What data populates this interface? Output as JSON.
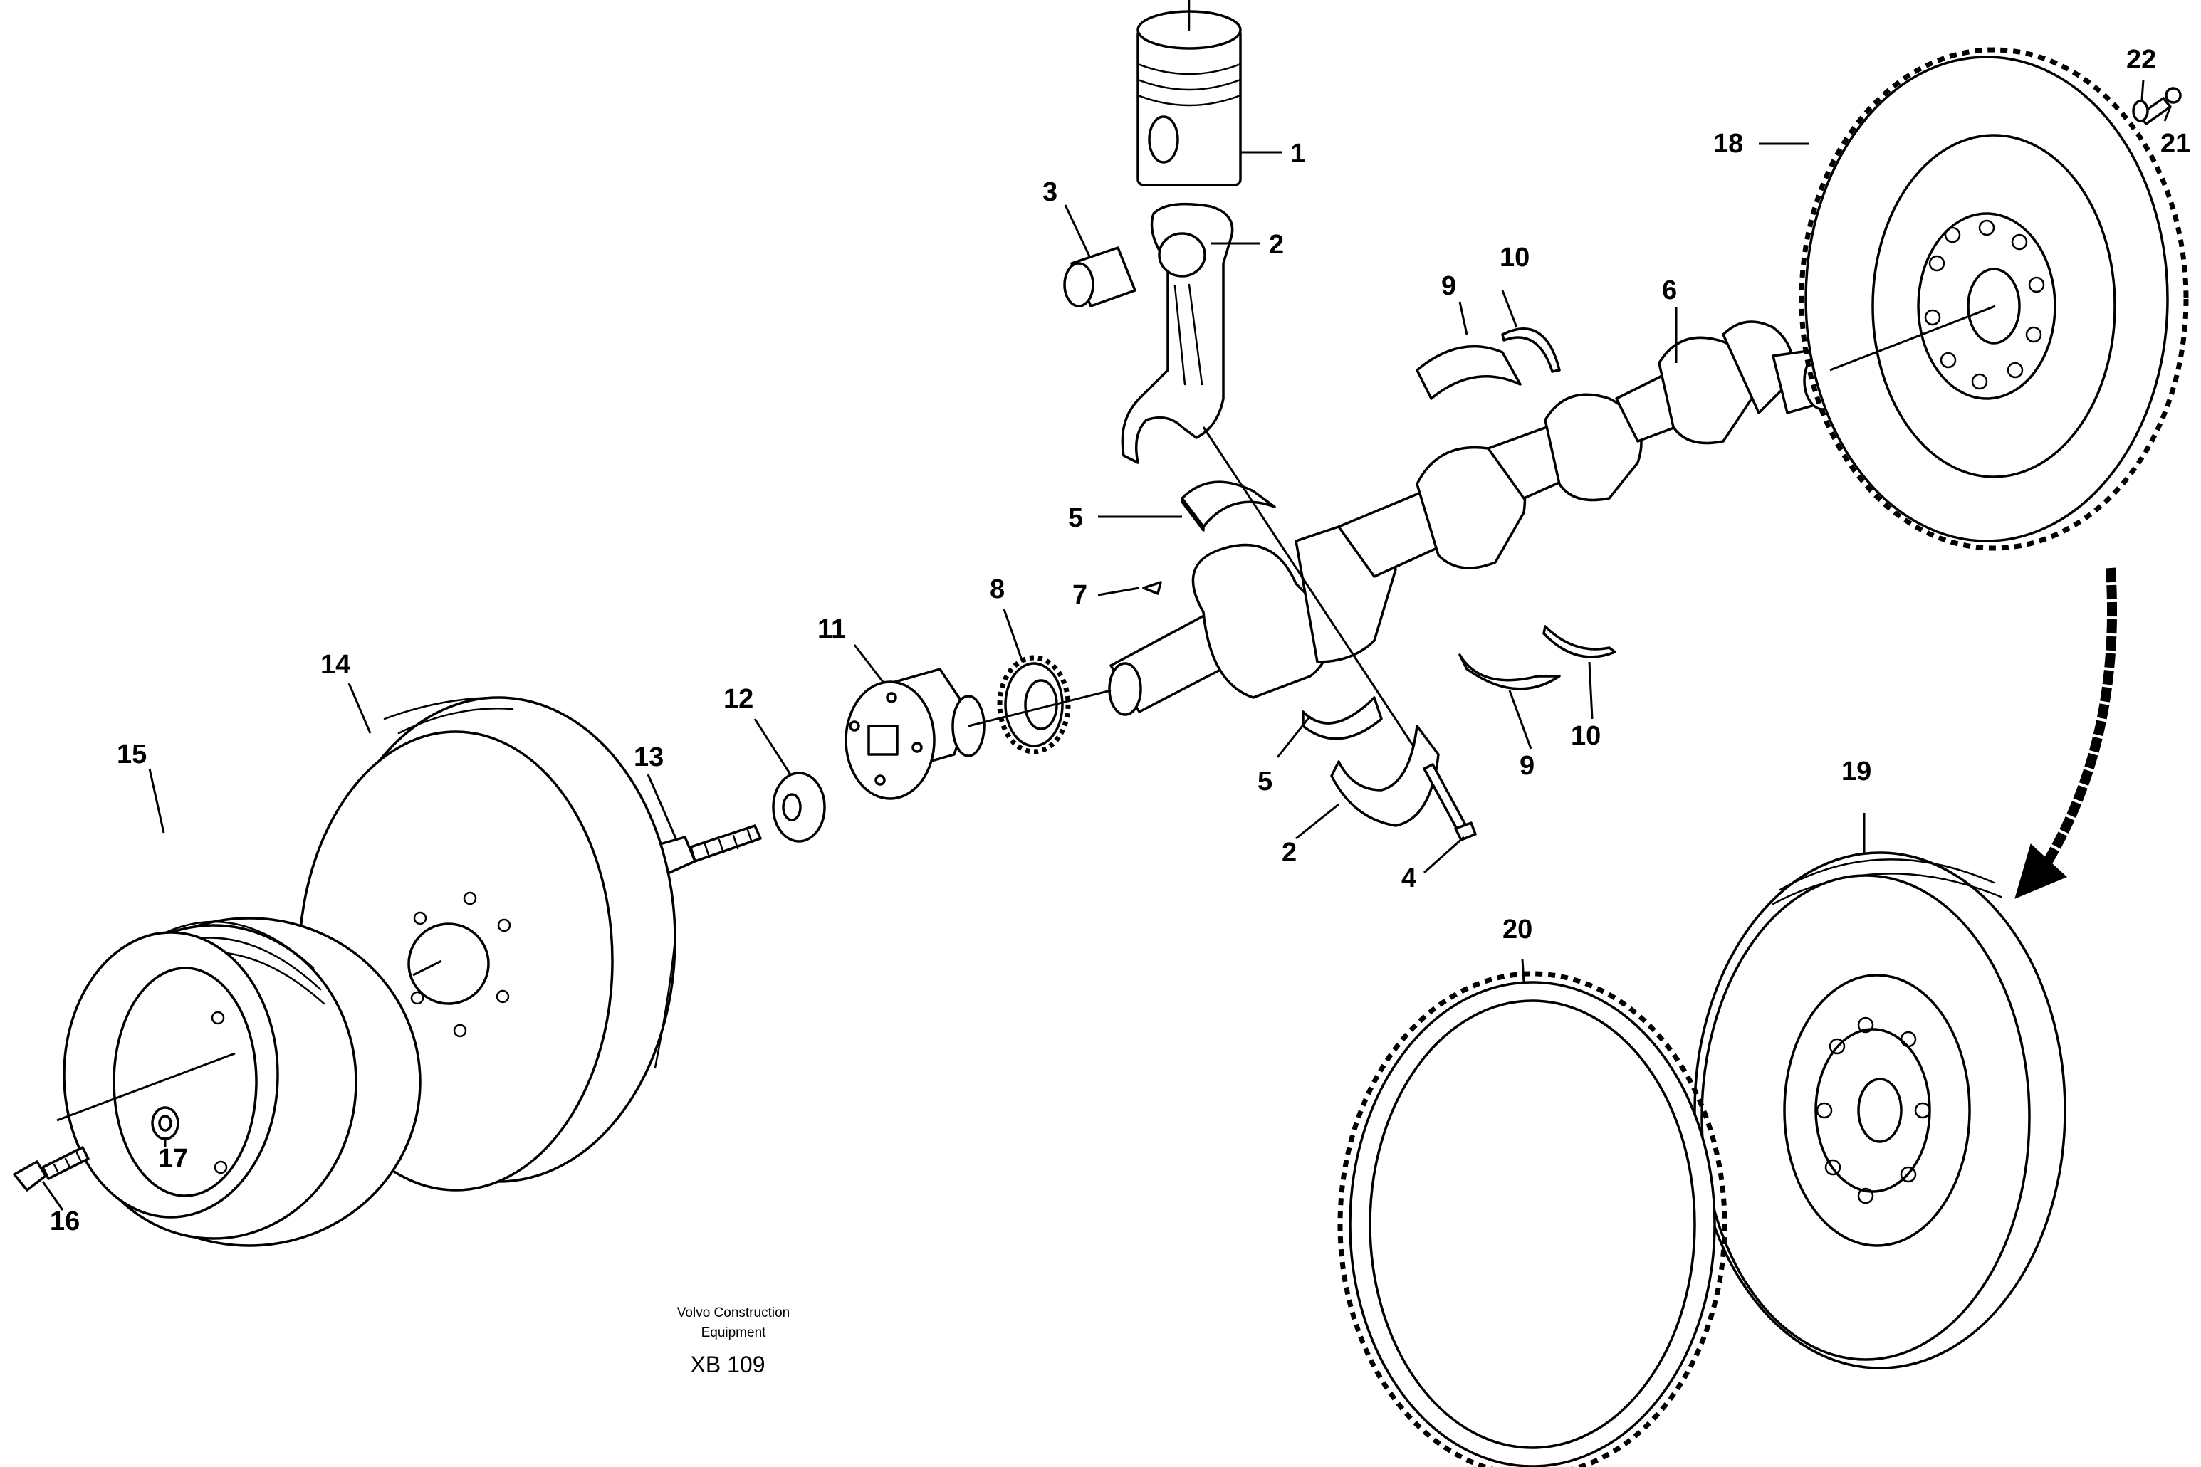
{
  "diagram": {
    "publisher": {
      "line1": "Volvo Construction",
      "line2": "Equipment"
    },
    "drawing_code": "XB 109",
    "callouts": [
      "1",
      "2",
      "3",
      "4",
      "5",
      "6",
      "7",
      "8",
      "9",
      "10",
      "11",
      "12",
      "13",
      "14",
      "15",
      "16",
      "17",
      "18",
      "19",
      "20",
      "21",
      "22"
    ],
    "line_color": "#000000",
    "background": "#ffffff"
  }
}
